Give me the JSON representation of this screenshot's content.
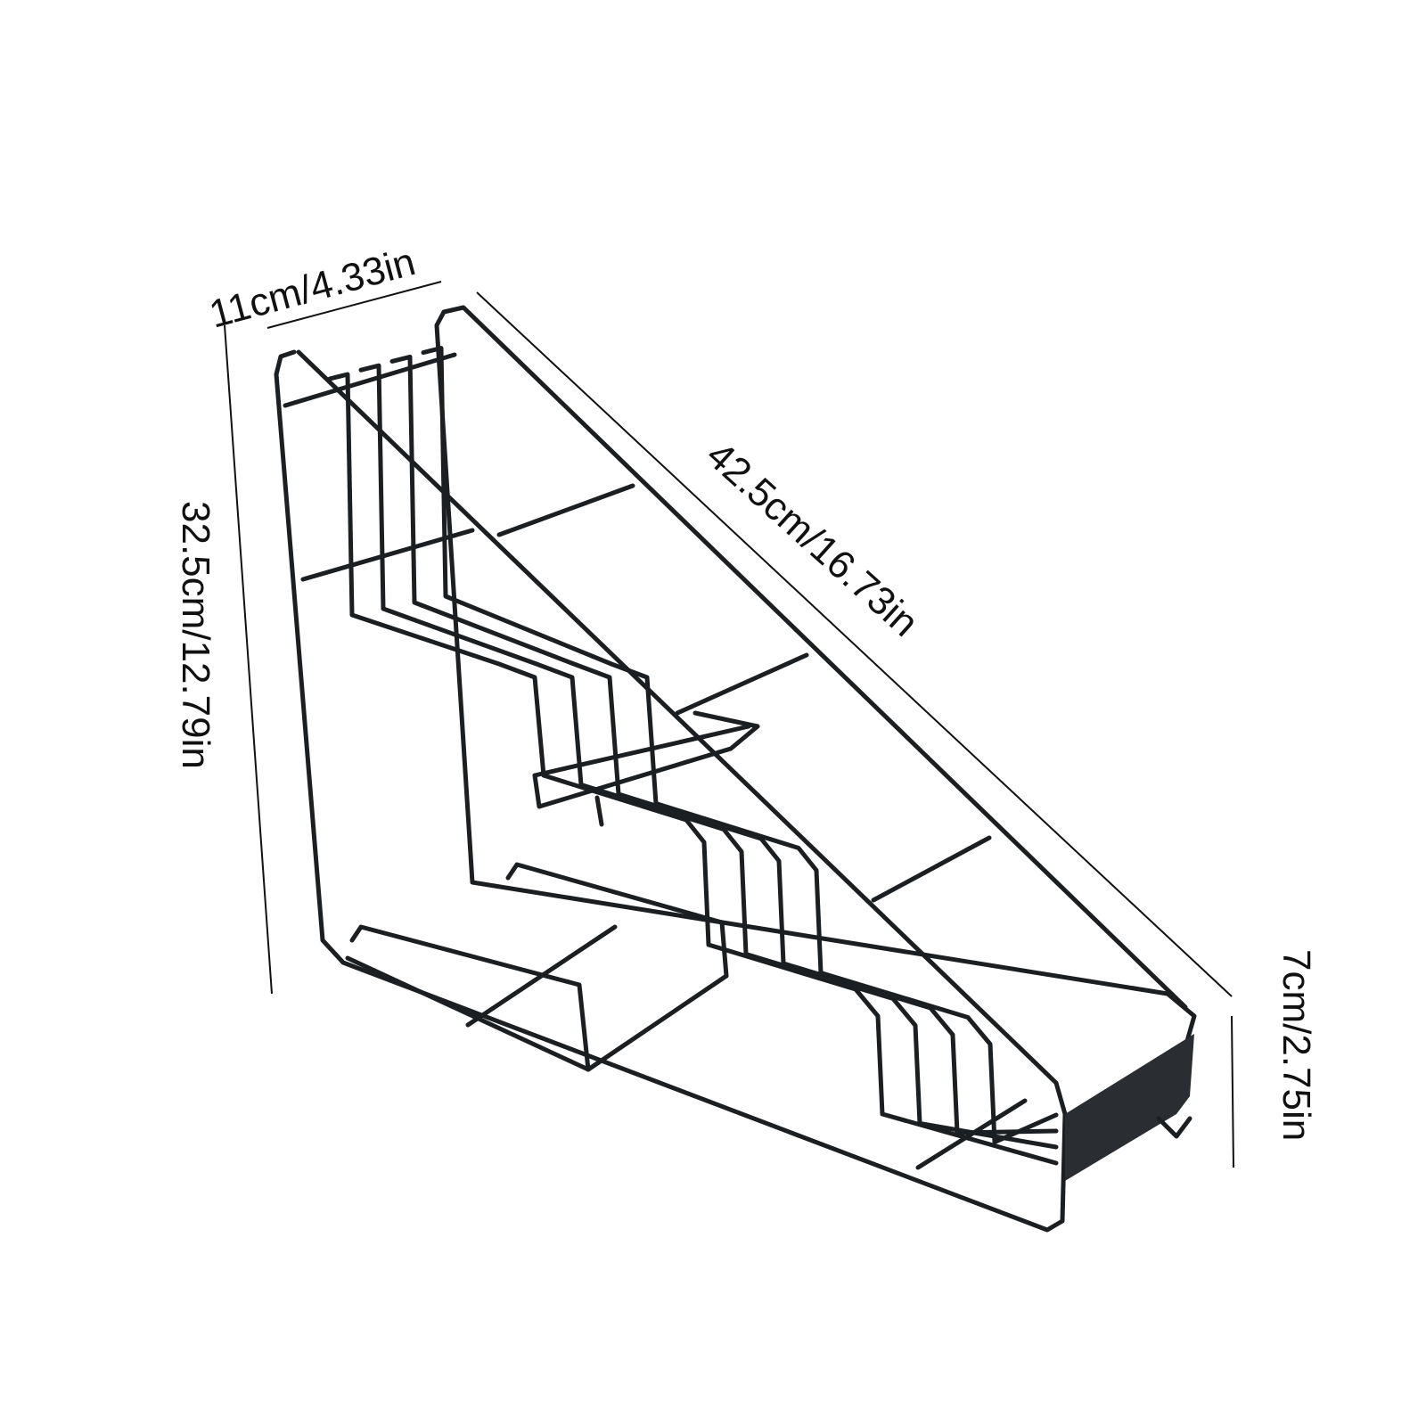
{
  "dimensions": {
    "depth": "11cm/4.33in",
    "height": "32.5cm/12.79in",
    "diagonal": "42.5cm/16.73in",
    "front_height": "7cm/2.75in"
  }
}
